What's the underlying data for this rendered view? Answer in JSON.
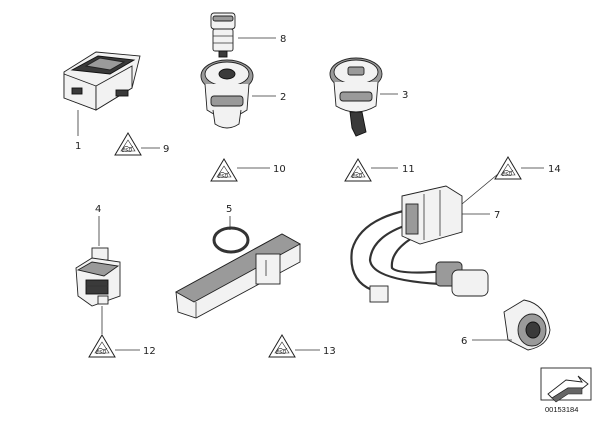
{
  "diagram": {
    "callouts": [
      {
        "id": "1",
        "label": "1"
      },
      {
        "id": "2",
        "label": "2"
      },
      {
        "id": "3",
        "label": "3"
      },
      {
        "id": "4",
        "label": "4"
      },
      {
        "id": "5",
        "label": "5"
      },
      {
        "id": "6",
        "label": "6"
      },
      {
        "id": "7",
        "label": "7"
      },
      {
        "id": "8",
        "label": "8"
      },
      {
        "id": "9",
        "label": "9"
      },
      {
        "id": "10",
        "label": "10"
      },
      {
        "id": "11",
        "label": "11"
      },
      {
        "id": "12",
        "label": "12"
      },
      {
        "id": "13",
        "label": "13"
      },
      {
        "id": "14",
        "label": "14"
      }
    ],
    "reference_number": "00153184",
    "warning_icon": "esd-warning-triangle-icon",
    "arrow_icon": "arrow-box-icon"
  }
}
